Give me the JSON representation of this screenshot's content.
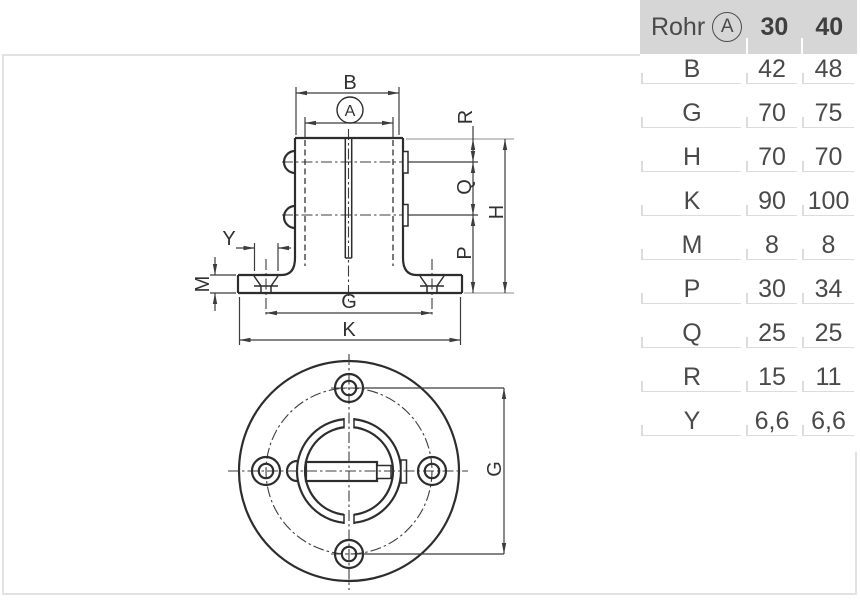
{
  "table": {
    "header": {
      "label": "Rohr",
      "symbol": "A",
      "columns": [
        "30",
        "40"
      ]
    },
    "rows": [
      {
        "label": "B",
        "values": [
          "42",
          "48"
        ]
      },
      {
        "label": "G",
        "values": [
          "70",
          "75"
        ]
      },
      {
        "label": "H",
        "values": [
          "70",
          "70"
        ]
      },
      {
        "label": "K",
        "values": [
          "90",
          "100"
        ]
      },
      {
        "label": "M",
        "values": [
          "8",
          "8"
        ]
      },
      {
        "label": "P",
        "values": [
          "30",
          "34"
        ]
      },
      {
        "label": "Q",
        "values": [
          "25",
          "25"
        ]
      },
      {
        "label": "R",
        "values": [
          "15",
          "11"
        ]
      },
      {
        "label": "Y",
        "values": [
          "6,6",
          "6,6"
        ]
      }
    ]
  },
  "drawing": {
    "labels": {
      "b": "B",
      "a": "A",
      "r": "R",
      "q": "Q",
      "h": "H",
      "p": "P",
      "y": "Y",
      "m": "M",
      "g_front": "G",
      "k": "K",
      "g_bottom": "G"
    }
  },
  "colors": {
    "header_bg": "#d6d6d6",
    "table_text": "#4a4a4a",
    "grid_line": "#dcdcdc",
    "drawing_line": "#2d2d2d",
    "dim_line": "#3c3c3c",
    "extension_gray": "#b4b4b4",
    "frame_border": "#e2e2e2"
  }
}
